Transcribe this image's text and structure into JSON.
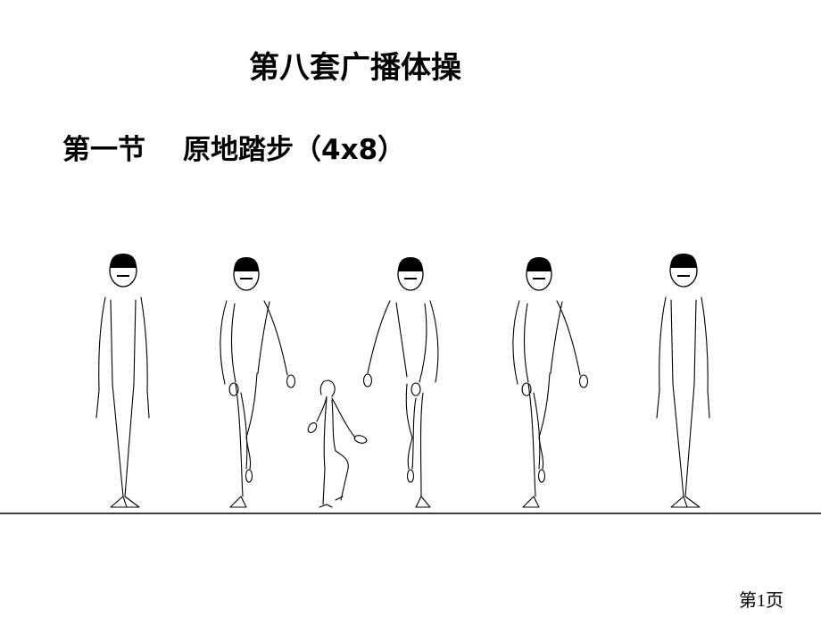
{
  "slide": {
    "title": "第八套广播体操",
    "section": "第一节",
    "section_name": "原地踏步（4x8）",
    "page_number": "第1页"
  },
  "figures": [
    {
      "name": "standing-front",
      "pose": "standing"
    },
    {
      "name": "step-right",
      "pose": "marching-left-arm-forward"
    },
    {
      "name": "side-step",
      "pose": "marching-side-view"
    },
    {
      "name": "step-left",
      "pose": "marching-right-arm-forward"
    },
    {
      "name": "step-right-2",
      "pose": "marching-left-arm-forward"
    },
    {
      "name": "standing-front-2",
      "pose": "standing"
    }
  ]
}
